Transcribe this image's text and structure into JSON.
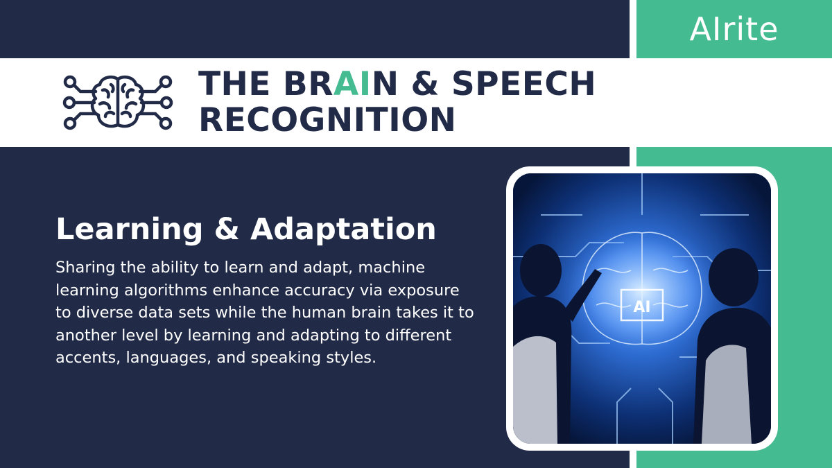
{
  "brand": {
    "logo_text": "AIrite",
    "colors": {
      "navy": "#212a47",
      "green": "#45bb92",
      "white": "#ffffff"
    }
  },
  "header": {
    "title_part1": "THE BR",
    "title_highlight": "AI",
    "title_part2": "N & SPEECH",
    "title_line2": "RECOGNITION",
    "icon": "brain-circuit-icon"
  },
  "content": {
    "heading": "Learning & Adaptation",
    "body": "Sharing the ability to learn and adapt, machine learning algorithms enhance accuracy via exposure to diverse data sets while the human brain takes it to another level by learning and adapting to different accents, languages, and speaking styles."
  },
  "photo": {
    "screen_text": "AI"
  }
}
